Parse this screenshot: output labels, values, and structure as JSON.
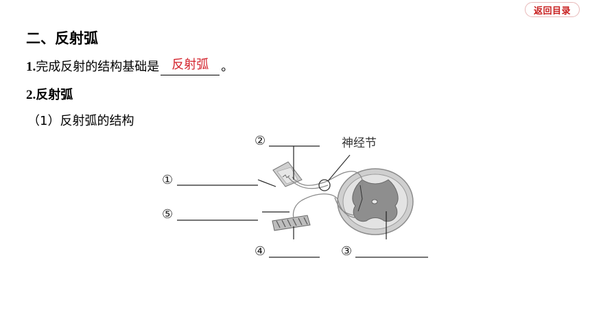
{
  "nav": {
    "back_label": "返回目录"
  },
  "section": {
    "title": "二、反射弧"
  },
  "item1": {
    "number": "1.",
    "text_before": "完成反射的结构基础是",
    "answer": "反射弧",
    "text_after": "。"
  },
  "item2": {
    "number": "2.",
    "title": "反射弧"
  },
  "item3": {
    "text": "（1）反射弧的结构"
  },
  "diagram": {
    "ganglion_label": "神经节",
    "markers": [
      "①",
      "②",
      "③",
      "④",
      "⑤"
    ]
  },
  "colors": {
    "answer": "#d3202a",
    "back_button": "#c81e1e"
  }
}
